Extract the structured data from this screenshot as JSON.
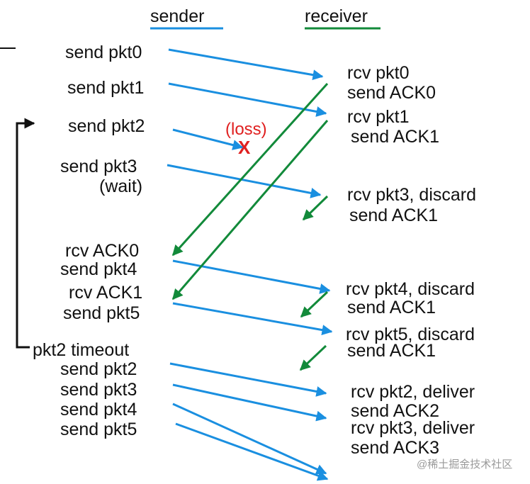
{
  "headers": {
    "sender": "sender",
    "receiver": "receiver"
  },
  "colors": {
    "sender": "#1a8fe0",
    "receiver": "#128a3a",
    "loss": "#e02020",
    "timer": "#111111"
  },
  "sender": {
    "send_pkt0": "send pkt0",
    "send_pkt1": "send pkt1",
    "send_pkt2": "send pkt2",
    "send_pkt3": "send pkt3",
    "wait": "(wait)",
    "rcv_ack0": "rcv ACK0",
    "send_pkt4": "send pkt4",
    "rcv_ack1": "rcv ACK1",
    "send_pkt5": "send pkt5",
    "timeout": "pkt2 timeout",
    "resend_pkt2": "send pkt2",
    "resend_pkt3": "send pkt3",
    "resend_pkt4": "send pkt4",
    "resend_pkt5": "send pkt5"
  },
  "receiver": {
    "rcv_pkt0": "rcv pkt0",
    "send_ack0": "send ACK0",
    "rcv_pkt1": "rcv pkt1",
    "send_ack1_a": "send ACK1",
    "rcv_pkt3_discard": "rcv pkt3, discard",
    "send_ack1_b": "send ACK1",
    "rcv_pkt4_discard": "rcv pkt4, discard",
    "send_ack1_c": "send ACK1",
    "rcv_pkt5_discard": "rcv pkt5, discard",
    "send_ack1_d": "send ACK1",
    "rcv_pkt2_deliver": "rcv pkt2, deliver",
    "send_ack2": "send ACK2",
    "rcv_pkt3_deliver": "rcv pkt3, deliver",
    "send_ack3": "send ACK3"
  },
  "loss": {
    "label": "(loss)",
    "marker": "X"
  },
  "watermark": "@稀土掘金技术社区"
}
